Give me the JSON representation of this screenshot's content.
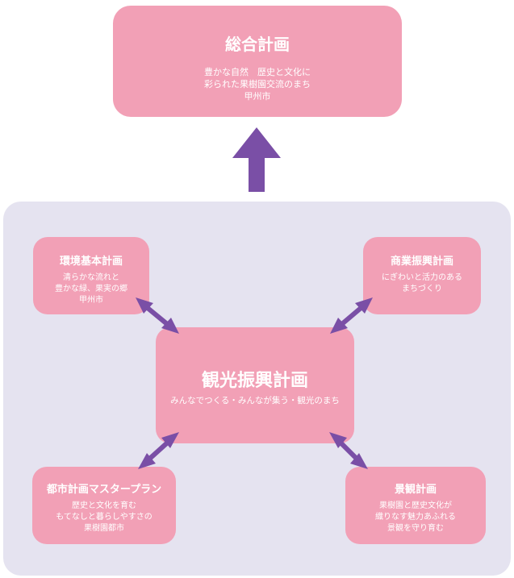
{
  "top": {
    "title": "総合計画",
    "lines": [
      "豊かな自然　歴史と文化に",
      "彩られた果樹園交流のまち",
      "甲州市"
    ]
  },
  "center": {
    "title": "観光振興計画",
    "subtitle": "みんなでつくる・みんなが集う・観光のまち"
  },
  "environment": {
    "title": "環境基本計画",
    "lines": [
      "清らかな流れと",
      "豊かな緑、果実の郷",
      "甲州市"
    ]
  },
  "commerce": {
    "title": "商業振興計画",
    "lines": [
      "にぎわいと活力のある",
      "まちづくり"
    ]
  },
  "urban": {
    "title": "都市計画マスタープラン",
    "lines": [
      "歴史と文化を育む",
      "もてなしと暮らしやすさの",
      "果樹園都市"
    ]
  },
  "landscape": {
    "title": "景観計画",
    "lines": [
      "果樹園と歴史文化が",
      "織りなす魅力あふれる",
      "景観を守り育む"
    ]
  },
  "colors": {
    "box_fill": "#f2a0b6",
    "panel_fill": "#e5e3f0",
    "arrow": "#7a4fa6",
    "text": "#ffffff"
  }
}
